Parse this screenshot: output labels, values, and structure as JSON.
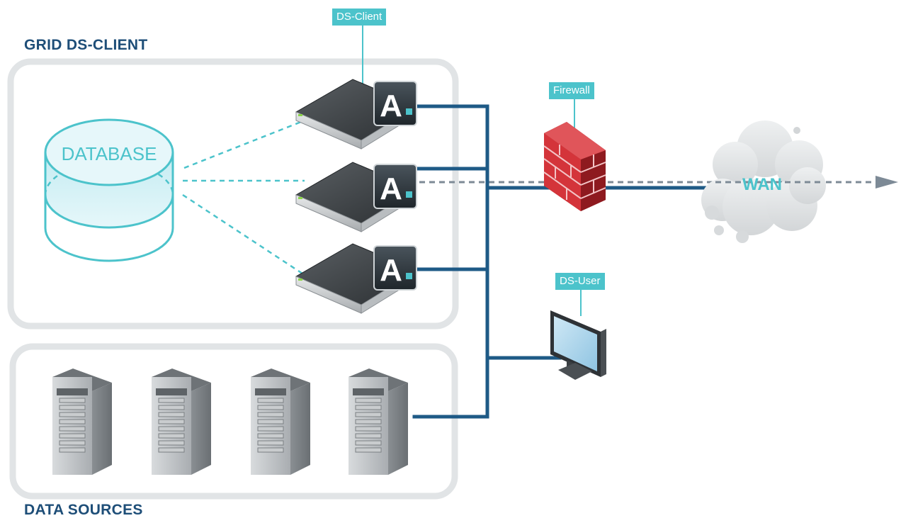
{
  "groups": {
    "grid_title": "GRID DS-CLIENT",
    "sources_title": "DATA SOURCES"
  },
  "labels": {
    "ds_client": "DS-Client",
    "firewall": "Firewall",
    "ds_user": "DS-User",
    "database": "DATABASE",
    "wan": "WAN",
    "badge_letter": "A."
  },
  "colors": {
    "link_line": "#1e5a86",
    "dashed_db_link": "#4cc3cb",
    "wan_arrow": "#7d8a96",
    "tag_bg": "#4cc3cb",
    "group_border": "#e1e4e6",
    "title": "#1e4e78",
    "firewall": "#c8282e"
  },
  "icons": [
    "server-appliance-icon",
    "rack-server-icon",
    "database-icon",
    "firewall-icon",
    "cloud-icon",
    "monitor-icon"
  ]
}
